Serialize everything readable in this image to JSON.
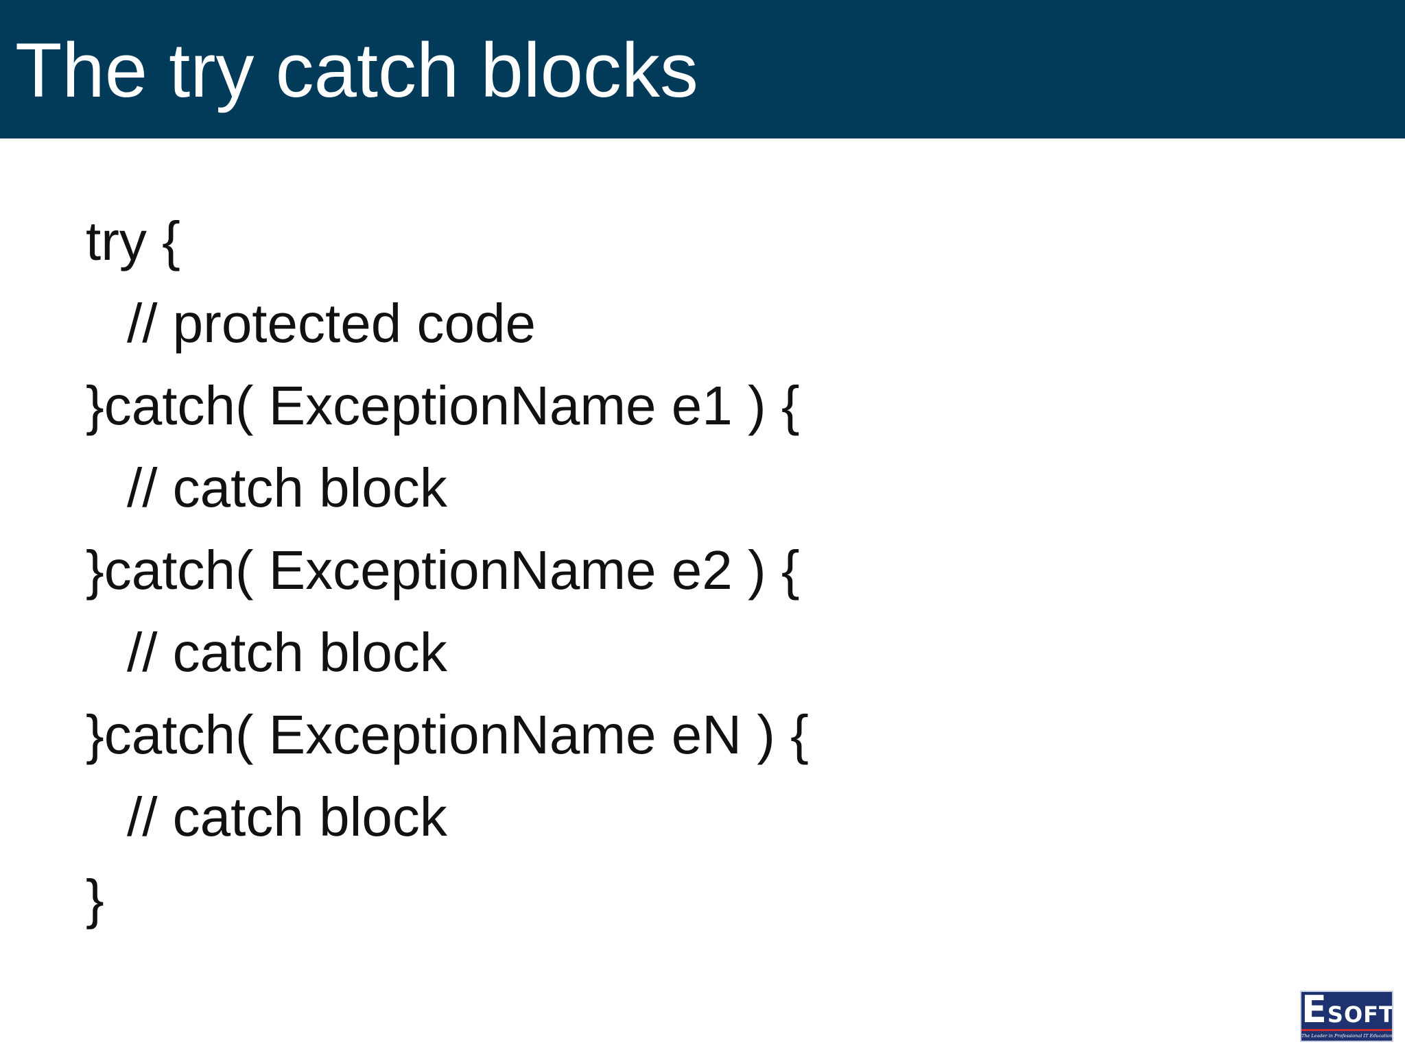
{
  "slide": {
    "title": "The try catch blocks",
    "code_lines": [
      "try {",
      "// protected code",
      "}catch( ExceptionName e1 ) {",
      "// catch block",
      "}catch( ExceptionName e2 ) {",
      "// catch block",
      "}catch( ExceptionName eN ) {",
      "// catch block",
      "}"
    ],
    "logo": {
      "first_letter": "E",
      "rest": "SOFT",
      "tagline": "The Leader in Professional IT Education"
    }
  },
  "colors": {
    "title_bar": "#023a5a",
    "title_text": "#ffffff",
    "body_text": "#111111",
    "logo_background": "#1e3270"
  }
}
